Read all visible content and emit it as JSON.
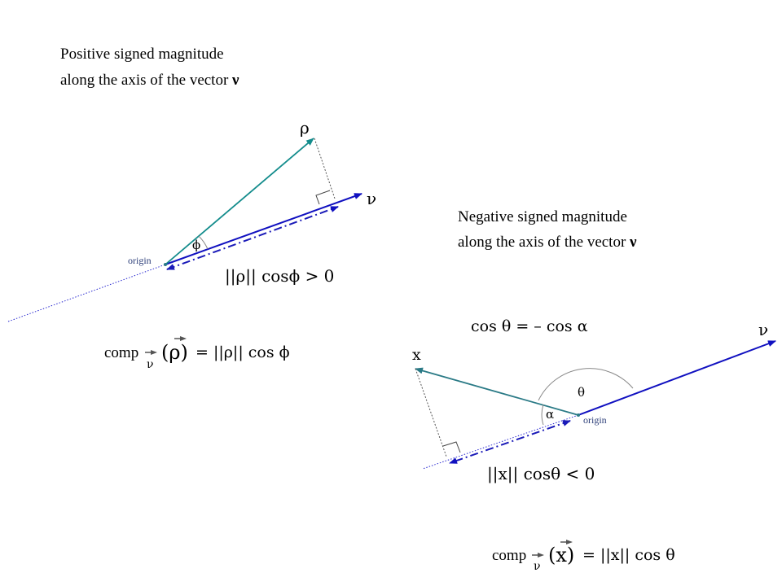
{
  "left": {
    "caption_line1": "Positive signed magnitude",
    "caption_line2": "along the axis of the vector",
    "caption_vec": "ν",
    "vec_rho": "ρ",
    "vec_nu": "ν",
    "angle_phi": "ϕ",
    "origin": "origin",
    "ineq": "||ρ|| cosϕ > 0",
    "comp_prefix": "comp",
    "comp_sub": "ν",
    "comp_arg": "(ρ)",
    "comp_rhs": "= ||ρ|| cos ϕ"
  },
  "right": {
    "caption_line1": "Negative signed magnitude",
    "caption_line2": "along the axis of the vector",
    "caption_vec": "ν",
    "cos_relation": "cos θ = – cos α",
    "vec_x": "x",
    "vec_nu": "ν",
    "angle_theta": "θ",
    "angle_alpha": "α",
    "origin": "origin",
    "ineq": "||x|| cosθ < 0",
    "comp_prefix": "comp",
    "comp_sub": "ν",
    "comp_arg": "(x)",
    "comp_rhs": "= ||x|| cos θ"
  },
  "colors": {
    "nu": "#1010c0",
    "teal": "#138c8c",
    "teal_dark": "#2a7a86",
    "proj": "#1a1ab8",
    "origin_label": "#2b3d78",
    "dotted": "#555555"
  }
}
